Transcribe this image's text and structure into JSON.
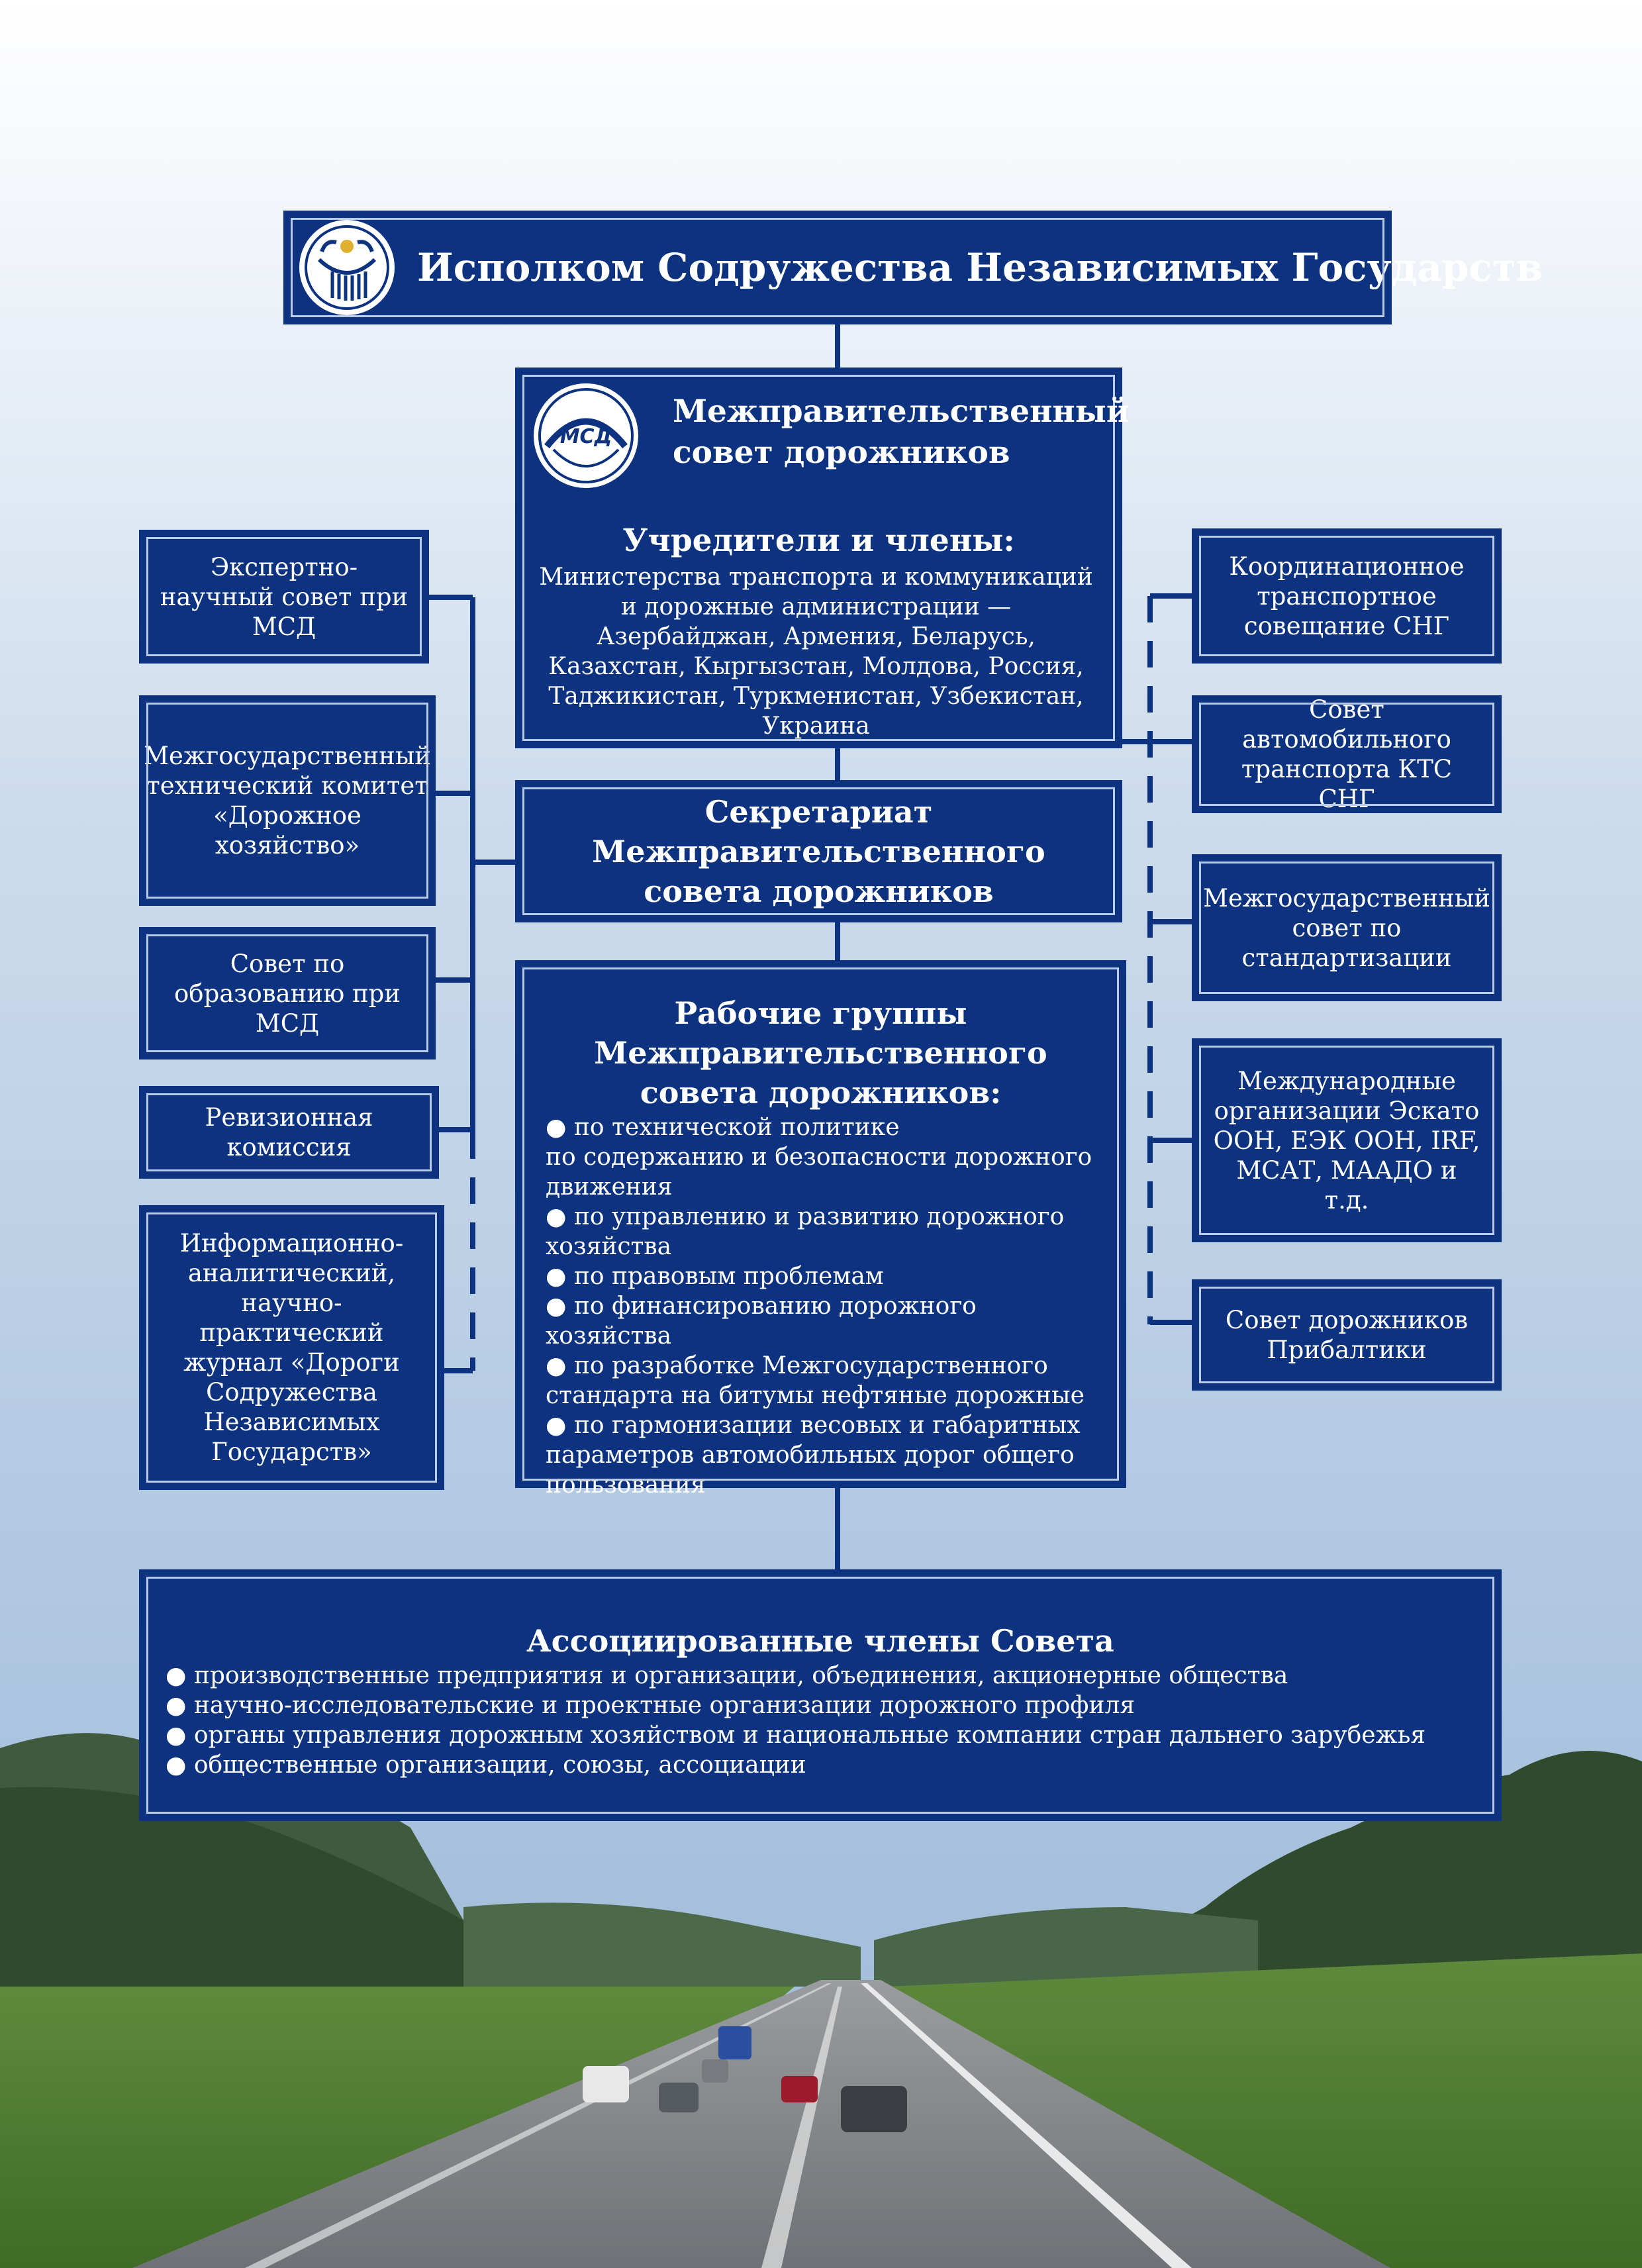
{
  "top": {
    "title": "Исполком Содружества Независимых Государств",
    "logo_icon": "cis-emblem-icon"
  },
  "council": {
    "name": "Межправительственный совет дорожников",
    "logo_icon": "msd-logo-icon",
    "logo_text": "МСД",
    "founders_title": "Учредители и члены:",
    "founders_text": "Министерства транспорта и коммуникаций и дорожные администрации — Азербайджан, Армения, Беларусь, Казахстан, Кыргызстан, Молдова, Россия, Таджикистан, Туркменистан, Узбекистан, Украина"
  },
  "secretariat": {
    "title": "Секретариат Межправительственного совета дорожников"
  },
  "working_groups": {
    "title": "Рабочие группы Межправительственного совета дорожников:",
    "items": [
      "● по технической политике",
      "по содержанию и безопасности дорожного движения",
      "● по управлению и развитию дорожного хозяйства",
      "● по правовым проблемам",
      "● по финансированию дорожного хозяйства",
      "● по разработке Межгосударственного стандарта на битумы нефтяные дорожные",
      "● по гармонизации весовых и габаритных параметров автомобильных дорог общего пользования"
    ]
  },
  "left_boxes": [
    "Экспертно-научный совет при МСД",
    "Межгосударственный технический комитет «Дорожное хозяйство»",
    "Совет по образованию при МСД",
    "Ревизионная комиссия",
    "Информационно-аналитический, научно-практический журнал «Дороги Содружества Независимых Государств»"
  ],
  "right_boxes": [
    "Координационное транспортное совещание СНГ",
    "Совет автомобильного транспорта КТС СНГ",
    "Межгосударственный совет по стандартизации",
    "Международные организации Эскато ООН, ЕЭК ООН, IRF, МСАТ, МААДО и т.д.",
    "Совет дорожников Прибалтики"
  ],
  "associated": {
    "title": "Ассоциированные члены Совета",
    "items": [
      "● производственные предприятия и организации, объединения, акционерные общества",
      "● научно-исследовательские и проектные организации дорожного профиля",
      "● органы управления дорожным хозяйством и национальные компании стран  дальнего зарубежья",
      "● общественные организации, союзы, ассоциации"
    ]
  },
  "colors": {
    "box": "#0d3380",
    "line": "#0d3380",
    "sky_top": "#ffffff",
    "sky_bottom": "#a9c3e0"
  }
}
